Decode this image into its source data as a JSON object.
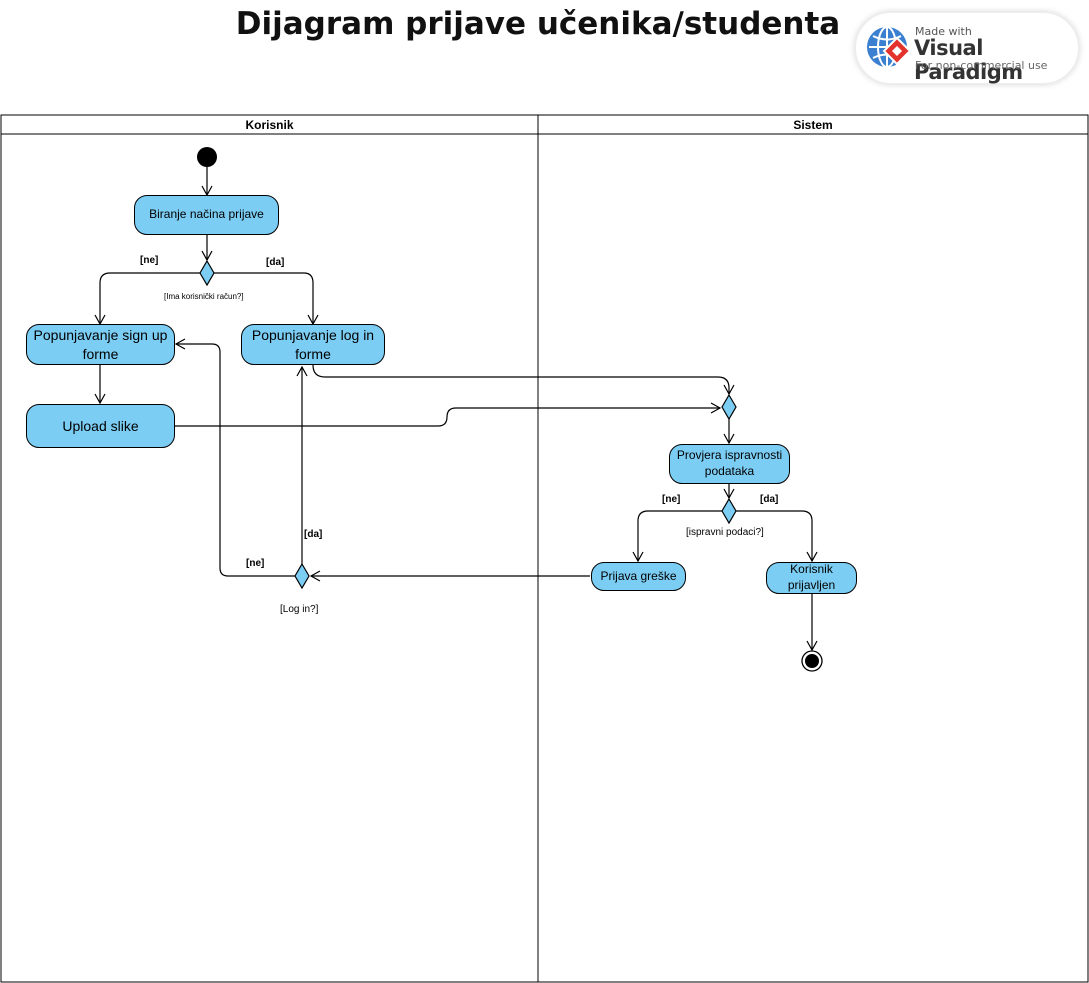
{
  "title": "Dijagram prijave učenika/studenta",
  "badge": {
    "made_with": "Made with",
    "brand": "Visual Paradigm",
    "note": "For non-commercial use",
    "icon": "visual-paradigm-logo-icon",
    "colors": {
      "globe": "#3b7fd0",
      "diamond": "#e2342c"
    }
  },
  "lanes": [
    "Korisnik",
    "Sistem"
  ],
  "colors": {
    "node_fill": "#7ccdf4",
    "stroke": "#000000"
  },
  "activities": {
    "choose_method": "Biranje načina prijave",
    "signup_form": "Popunjavanje sign up forme",
    "login_form": "Popunjavanje log in forme",
    "upload_image": "Upload slike",
    "validate_data": "Provjera ispravnosti podataka",
    "error_login": "Prijava greške",
    "user_logged_in": "Korisnik prijavljen"
  },
  "guards": {
    "has_account_no": "[ne]",
    "has_account_yes": "[da]",
    "has_account_condition": "[Ima korisnički račun?]",
    "valid_no": "[ne]",
    "valid_yes": "[da]",
    "valid_condition": "[ispravni podaci?]",
    "login_no": "[ne]",
    "login_yes": "[da]",
    "login_condition": "[Log in?]"
  }
}
